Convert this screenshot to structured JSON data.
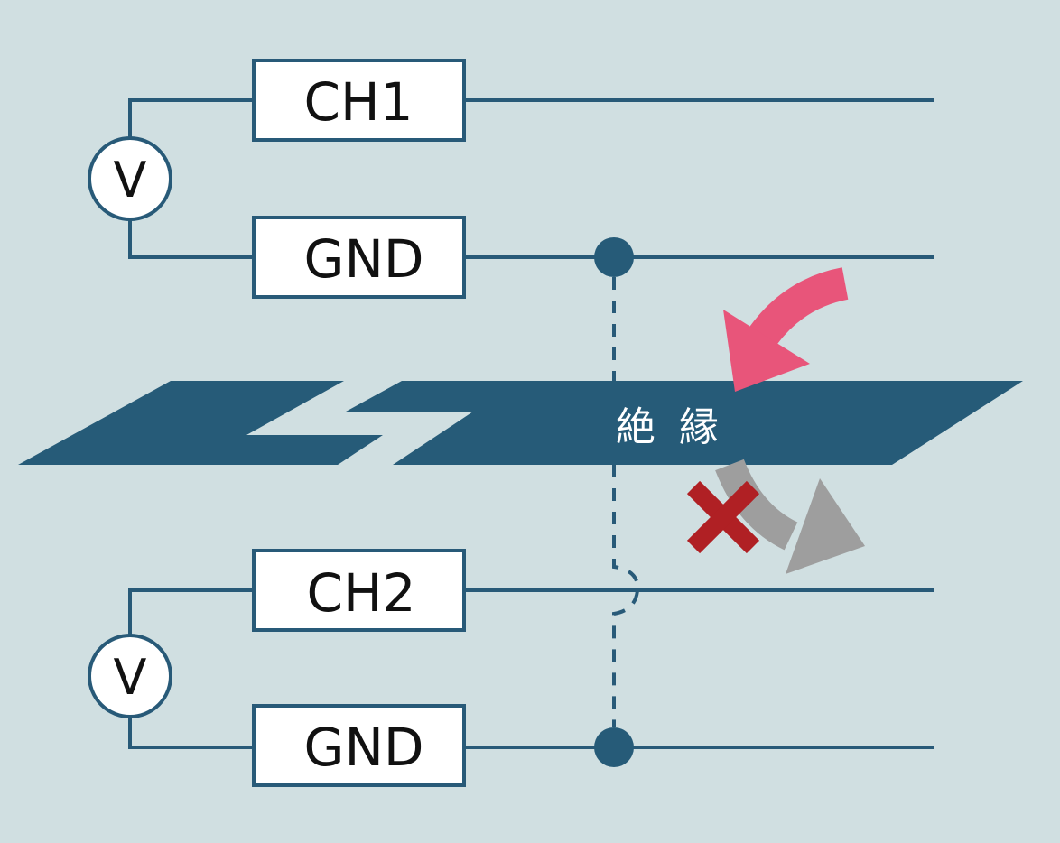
{
  "diagram": {
    "channels": [
      {
        "signal_label": "CH1",
        "ground_label": "GND",
        "meter_label": "V"
      },
      {
        "signal_label": "CH2",
        "ground_label": "GND",
        "meter_label": "V"
      }
    ],
    "insulation_label": "絶 縁",
    "colors": {
      "background": "#d0dfe1",
      "wire": "#285a78",
      "insulation": "#265b78",
      "noise_arrow": "#e8557a",
      "blocked_arrow": "#9e9e9e",
      "block_mark": "#b02024"
    }
  }
}
